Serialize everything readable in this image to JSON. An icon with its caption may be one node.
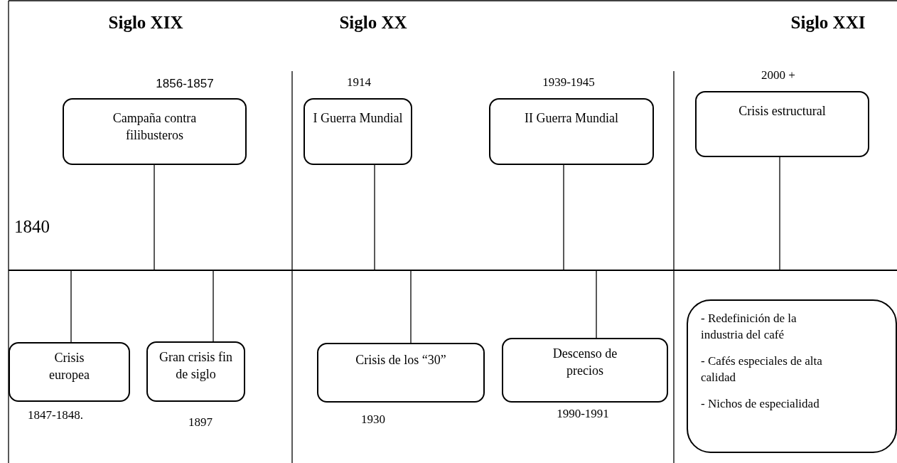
{
  "diagram": {
    "nodes": [
      {
        "text": [
          "Campaña contra filibusteros"
        ],
        "beside": [
          "1856-1857"
        ]
      },
      {
        "text": [
          "I Guerra Mundial"
        ],
        "beside": [
          "1914"
        ]
      },
      {
        "text": [
          "II Guerra Mundial"
        ],
        "beside": [
          "1939-1945"
        ]
      },
      {
        "text": [
          "Crisis estructural"
        ],
        "beside": [
          "2000 +"
        ]
      },
      {
        "text": [],
        "shape": "bar"
      },
      {
        "text": [
          "Crisis europea"
        ],
        "beside": [
          "1847-1848."
        ]
      },
      {
        "text": [
          "Gran crisis fin de siglo"
        ],
        "beside": [
          "1897"
        ]
      },
      {
        "text": [
          "Crisis de los “30”"
        ],
        "beside": [
          "1930"
        ]
      },
      {
        "text": [
          "Descenso de precios"
        ],
        "beside": [
          "1990-1991"
        ]
      },
      {
        "text": [
          "- Redefinición de la industria del café",
          "- Cafés especiales de alta calidad",
          "- Nichos de especialidad"
        ]
      }
    ],
    "edges": [
      {
        "from": 0,
        "to": 4,
        "arrow": "none"
      },
      {
        "from": 1,
        "to": 4,
        "arrow": "none"
      },
      {
        "from": 2,
        "to": 4,
        "arrow": "none"
      },
      {
        "from": 3,
        "to": 4,
        "arrow": "none"
      },
      {
        "from": 4,
        "to": 5,
        "arrow": "none"
      },
      {
        "from": 4,
        "to": 6,
        "arrow": "none"
      },
      {
        "from": 4,
        "to": 7,
        "arrow": "none"
      },
      {
        "from": 4,
        "to": 8,
        "arrow": "none"
      }
    ],
    "labels": [
      "Siglo XIX",
      "Siglo XX",
      "Siglo XXI",
      "1840"
    ]
  }
}
